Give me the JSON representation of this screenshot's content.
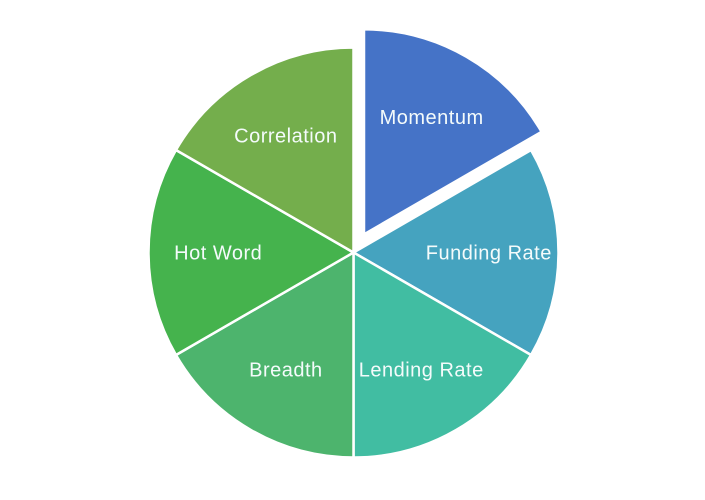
{
  "chart_data": {
    "type": "pie",
    "title": "",
    "categories": [
      "Momentum",
      "Funding Rate",
      "Lending Rate",
      "Breadth",
      "Hot Word",
      "Correlation"
    ],
    "values": [
      16.67,
      16.67,
      16.67,
      16.67,
      16.67,
      16.67
    ],
    "colors": [
      "#4573C7",
      "#45A3BF",
      "#41BDA2",
      "#4DB46D",
      "#45B34D",
      "#74AE4C"
    ],
    "exploded": [
      true,
      false,
      false,
      false,
      false,
      false
    ],
    "start_angle_deg": 0,
    "direction": "clockwise",
    "labels_position": "inside",
    "label_color": "#f4fbfb",
    "legend": "none",
    "background_color": "#ffffff",
    "slice_border_color": "#ffffff"
  }
}
